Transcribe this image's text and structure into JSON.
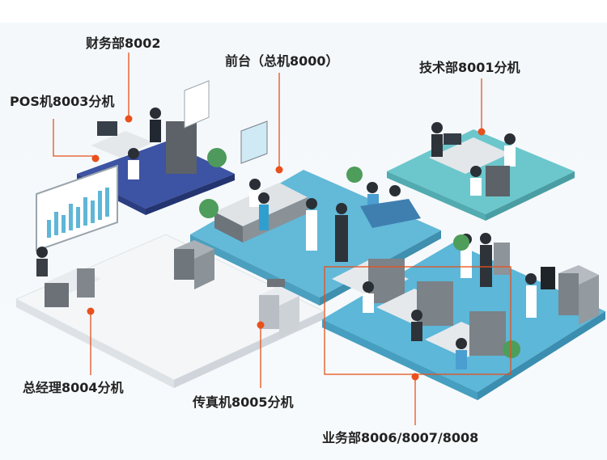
{
  "labels": {
    "finance": "财务部8002",
    "pos": "POS机8003分机",
    "reception": "前台（总机8000）",
    "tech": "技术部8001分机",
    "gm": "总经理8004分机",
    "fax": "传真机8005分机",
    "business": "业务部8006/8007/8008"
  },
  "colors": {
    "accent": "#e8501c",
    "floor_blue": "#5fb6d6",
    "floor_navy": "#3a4f9e",
    "floor_teal": "#62c3c9",
    "floor_white": "#eef1f4"
  }
}
